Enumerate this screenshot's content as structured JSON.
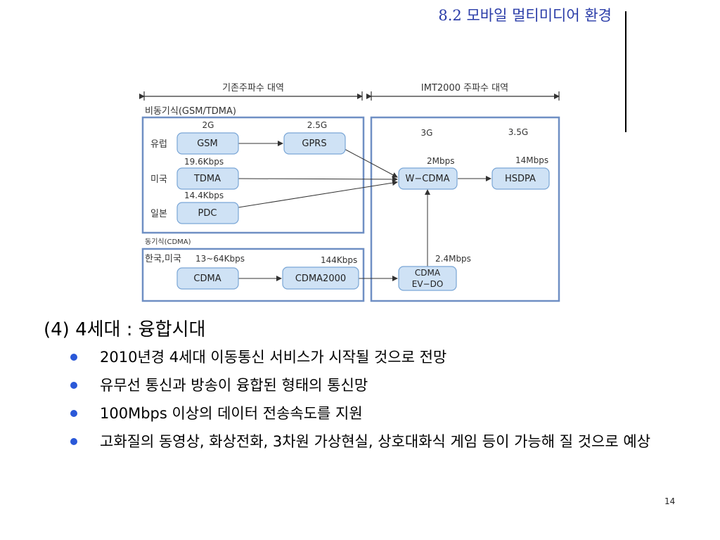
{
  "header": {
    "title": "8.2 모바일 멀티미디어 환경"
  },
  "diagram": {
    "bands": {
      "existing": "기존주파수 대역",
      "imt": "IMT2000 주파수 대역"
    },
    "async_section": "비동기식(GSM/TDMA)",
    "sync_section": "동기식(CDMA)",
    "generations": {
      "g2": "2G",
      "g25": "2.5G",
      "g3": "3G",
      "g35": "3.5G"
    },
    "regions": {
      "europe": "유럽",
      "usa": "미국",
      "japan": "일본",
      "korea_usa": "한국,미국"
    },
    "rates": {
      "tdma": "19.6Kbps",
      "pdc": "14.4Kbps",
      "cdma": "13~64Kbps",
      "cdma2000": "144Kbps",
      "wcdma": "2Mbps",
      "hsdpa": "14Mbps",
      "evdo": "2.4Mbps"
    },
    "nodes": {
      "gsm": "GSM",
      "gprs": "GPRS",
      "tdma": "TDMA",
      "pdc": "PDC",
      "wcdma": "W−CDMA",
      "hsdpa": "HSDPA",
      "cdma": "CDMA",
      "cdma2000": "CDMA2000",
      "evdo_line1": "CDMA",
      "evdo_line2": "EV−DO"
    }
  },
  "content": {
    "heading": "(4) 4세대 : 융합시대",
    "bullets": [
      "2010년경 4세대 이동통신 서비스가 시작될 것으로 전망",
      "유무선 통신과 방송이 융합된 형태의 통신망",
      "100Mbps 이상의 데이터 전송속도를 지원",
      "고화질의 동영상, 화상전화, 3차원 가상현실, 상호대화식 게임 등이 가능해 질 것으로 예상"
    ]
  },
  "page_number": "14",
  "colors": {
    "title_blue": "#2a3ca8",
    "box_border": "#6f8fc4",
    "node_fill": "#cfe2f5",
    "node_stroke": "#7aa6d6",
    "bullet_dot": "#2a58d8"
  }
}
